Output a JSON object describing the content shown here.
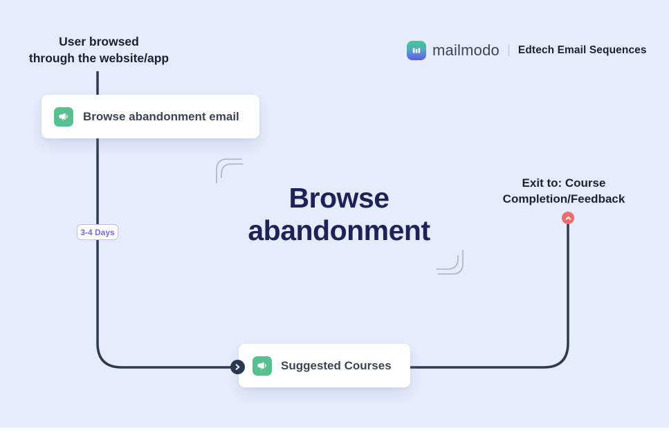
{
  "brand": {
    "logo_icon": "mailmodo-logo",
    "wordmark": "mailmodo",
    "separator": "|",
    "subtitle": "Edtech Email Sequences"
  },
  "trigger": {
    "line1": "User browsed",
    "line2": "through the website/app"
  },
  "title": {
    "line1": "Browse",
    "line2": "abandonment"
  },
  "flow": {
    "email_node": {
      "label": "Browse abandonment email",
      "icon": "megaphone-icon"
    },
    "delay_badge": {
      "label": "3-4 Days"
    },
    "suggested_node": {
      "label": "Suggested Courses",
      "icon": "megaphone-icon"
    },
    "next_marker": {
      "icon": "chevron-right-icon"
    },
    "exit": {
      "line1": "Exit to: Course",
      "line2": "Completion/Feedback",
      "icon": "chevron-up-icon"
    }
  },
  "colors": {
    "background": "#e7ecfd",
    "connector": "#2e3a4e",
    "node_icon_green": "#56c08f",
    "exit_red": "#ed6b6b",
    "badge_purple": "#7668e6",
    "title_navy": "#1e2257",
    "text_dark": "#1b2130",
    "logo_gradient_top": "#3fc98f",
    "logo_gradient_bottom": "#6157ee",
    "decoration_gray": "#a9b2c2"
  }
}
